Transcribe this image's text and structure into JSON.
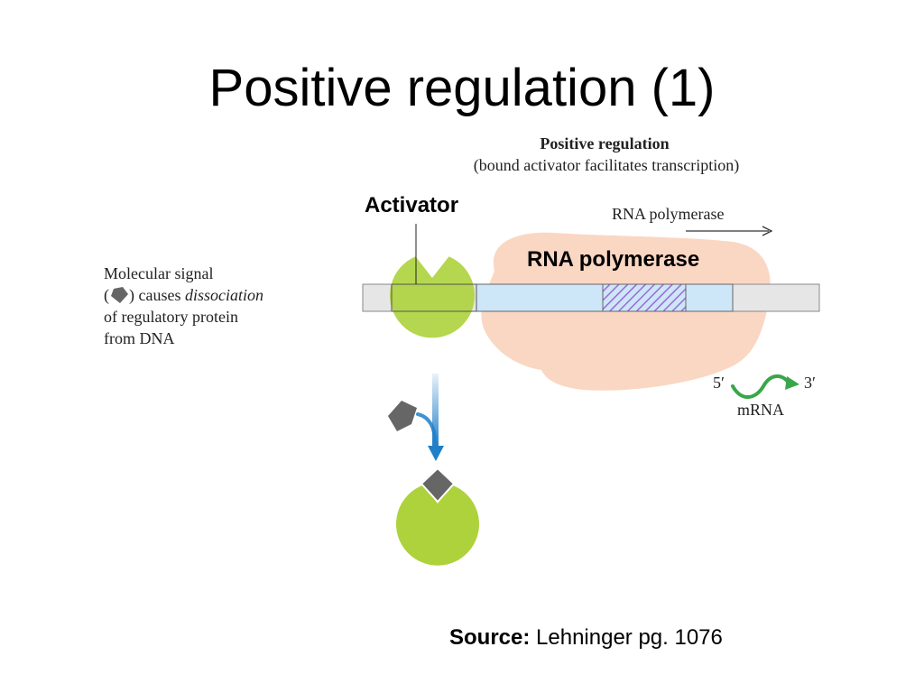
{
  "slide": {
    "title": "Positive regulation (1)",
    "source_label": "Source:",
    "source_text": "Lehninger pg. 1076"
  },
  "figure": {
    "heading": "Positive regulation",
    "subheading": "(bound activator facilitates transcription)",
    "activator_label": "Activator",
    "rna_polymerase_arrow_label": "RNA polymerase",
    "rna_polymerase_label": "RNA polymerase",
    "molecular_signal": {
      "line1": "Molecular signal",
      "line2_open": "(",
      "line2_mid": ") causes ",
      "line2_italic": "dissociation",
      "line3": "of regulatory protein",
      "line4": "from DNA"
    },
    "mrna": {
      "five_prime": "5′",
      "three_prime": "3′",
      "label": "mRNA"
    },
    "colors": {
      "activator_green": "#add23c",
      "signal_gray": "#666666",
      "polymerase_peach": "#fad7c3",
      "dna_gray": "#e6e6e6",
      "gene_blue": "#cde6f8",
      "hatch_purple": "#9a6ad8",
      "mrna_green": "#3aa64a",
      "flow_arrow_blue": "#1f7fc8"
    }
  }
}
